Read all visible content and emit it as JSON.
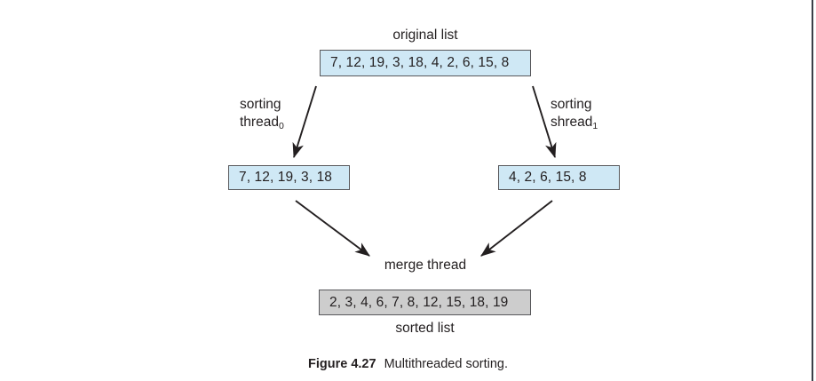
{
  "figure": {
    "original_list": {
      "label": "original list",
      "values": "7, 12, 19, 3, 18, 4, 2, 6, 15, 8",
      "fill_color": "#cfe8f5"
    },
    "threads": [
      {
        "line1": "sorting",
        "line2": "thread",
        "subscript": "0"
      },
      {
        "line1": "sorting",
        "line2": "shread",
        "subscript": "1"
      }
    ],
    "sublists": [
      {
        "values": "7, 12, 19, 3, 18",
        "fill_color": "#cfe8f5"
      },
      {
        "values": "4, 2, 6, 15, 8",
        "fill_color": "#cfe8f5"
      }
    ],
    "merge": {
      "label": "merge thread"
    },
    "sorted_list": {
      "values": "2, 3, 4, 6, 7, 8, 12, 15, 18, 19",
      "label": "sorted list",
      "fill_color": "#cdcdcd"
    }
  },
  "caption": {
    "number": "Figure 4.27",
    "text": "Multithreaded sorting."
  }
}
